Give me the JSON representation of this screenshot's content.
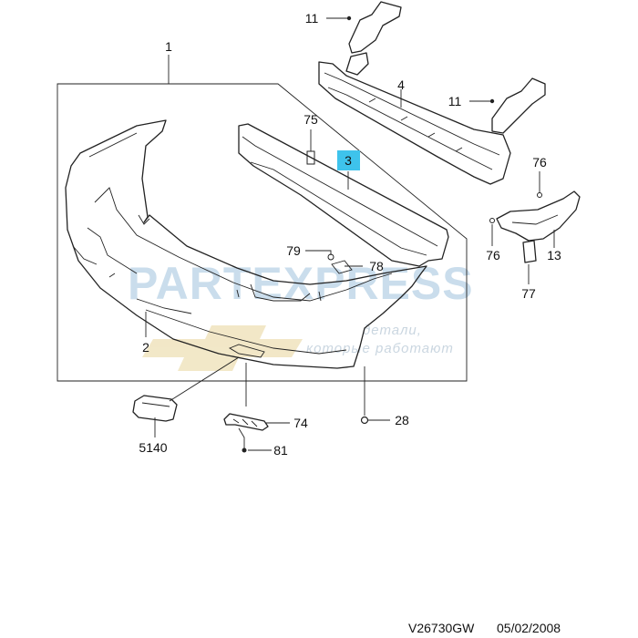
{
  "callouts": [
    {
      "id": "1",
      "text": "1"
    },
    {
      "id": "2",
      "text": "2"
    },
    {
      "id": "3",
      "text": "3",
      "highlighted": true
    },
    {
      "id": "4",
      "text": "4"
    },
    {
      "id": "11a",
      "text": "11"
    },
    {
      "id": "11b",
      "text": "11"
    },
    {
      "id": "13",
      "text": "13"
    },
    {
      "id": "28",
      "text": "28"
    },
    {
      "id": "74",
      "text": "74"
    },
    {
      "id": "75",
      "text": "75"
    },
    {
      "id": "76a",
      "text": "76"
    },
    {
      "id": "76b",
      "text": "76"
    },
    {
      "id": "77",
      "text": "77"
    },
    {
      "id": "78",
      "text": "78"
    },
    {
      "id": "79",
      "text": "79"
    },
    {
      "id": "81",
      "text": "81"
    },
    {
      "id": "5140",
      "text": "5140"
    }
  ],
  "watermark": {
    "brand": "PARTEXPRESS",
    "tagline_line1": "детали,",
    "tagline_line2": "которые работают"
  },
  "footer": {
    "code": "V26730GW",
    "date": "05/02/2008"
  },
  "colors": {
    "line": "#222222",
    "highlight": "#3ec3ec",
    "watermark_blue": "#9fc3dd",
    "watermark_gold": "#e8d59a"
  }
}
